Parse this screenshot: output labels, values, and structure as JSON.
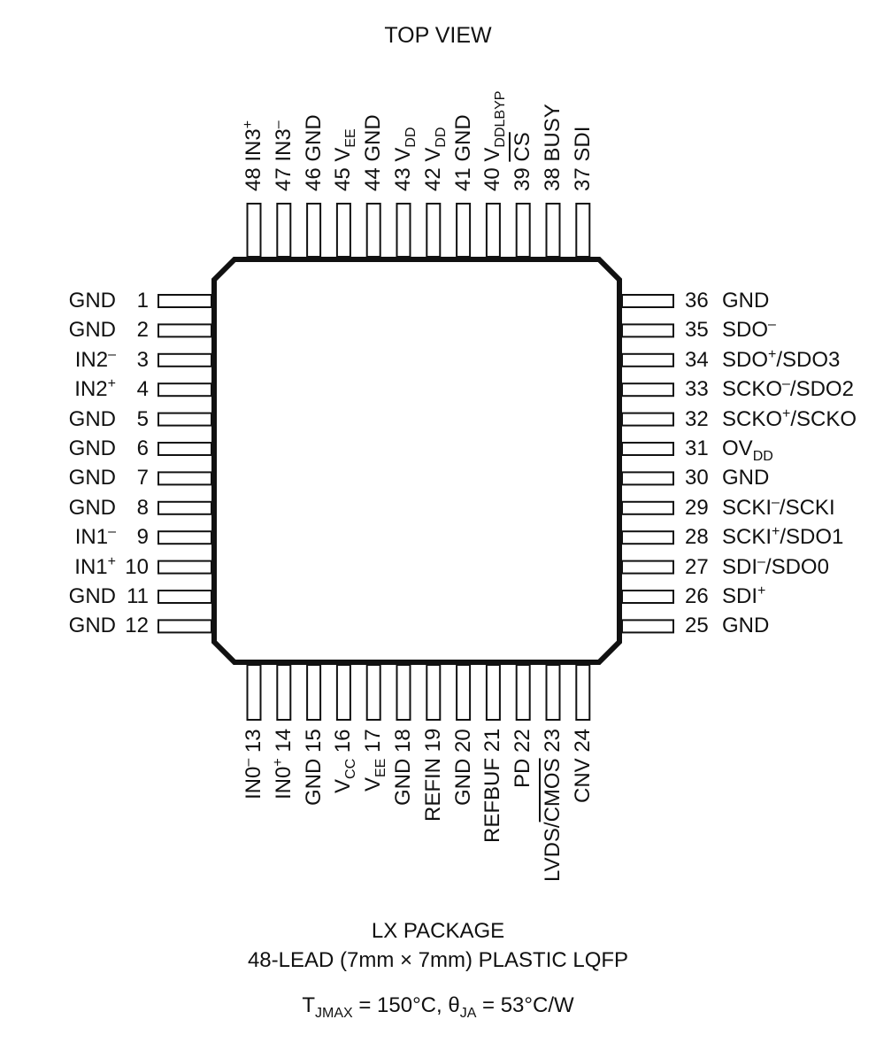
{
  "title": "TOP VIEW",
  "left_pins": [
    {
      "num": "1",
      "name": "GND"
    },
    {
      "num": "2",
      "name": "GND"
    },
    {
      "num": "3",
      "name": "IN2",
      "sup": "–"
    },
    {
      "num": "4",
      "name": "IN2",
      "sup": "+"
    },
    {
      "num": "5",
      "name": "GND"
    },
    {
      "num": "6",
      "name": "GND"
    },
    {
      "num": "7",
      "name": "GND"
    },
    {
      "num": "8",
      "name": "GND"
    },
    {
      "num": "9",
      "name": "IN1",
      "sup": "–"
    },
    {
      "num": "10",
      "name": "IN1",
      "sup": "+"
    },
    {
      "num": "11",
      "name": "GND"
    },
    {
      "num": "12",
      "name": "GND"
    }
  ],
  "right_pins": [
    {
      "num": "36",
      "name": "GND"
    },
    {
      "num": "35",
      "name": "SDO",
      "sup": "–"
    },
    {
      "num": "34",
      "name": "SDO",
      "sup": "+",
      "suffix": "/SDO3"
    },
    {
      "num": "33",
      "name": "SCKO",
      "sup": "–",
      "suffix": "/SDO2"
    },
    {
      "num": "32",
      "name": "SCKO",
      "sup": "+",
      "suffix": "/SCKO"
    },
    {
      "num": "31",
      "name": "OV",
      "sub": "DD"
    },
    {
      "num": "30",
      "name": "GND"
    },
    {
      "num": "29",
      "name": "SCKI",
      "sup": "–",
      "suffix": "/SCKI"
    },
    {
      "num": "28",
      "name": "SCKI",
      "sup": "+",
      "suffix": "/SDO1"
    },
    {
      "num": "27",
      "name": "SDI",
      "sup": "–",
      "suffix": "/SDO0"
    },
    {
      "num": "26",
      "name": "SDI",
      "sup": "+"
    },
    {
      "num": "25",
      "name": "GND"
    }
  ],
  "top_pins": [
    {
      "num": "48",
      "name": "IN3",
      "sup": "+"
    },
    {
      "num": "47",
      "name": "IN3",
      "sup": "–"
    },
    {
      "num": "46",
      "name": "GND"
    },
    {
      "num": "45",
      "name": "V",
      "sub": "EE"
    },
    {
      "num": "44",
      "name": "GND"
    },
    {
      "num": "43",
      "name": "V",
      "sub": "DD"
    },
    {
      "num": "42",
      "name": "V",
      "sub": "DD"
    },
    {
      "num": "41",
      "name": "GND"
    },
    {
      "num": "40",
      "name": "V",
      "sub": "DDLBYP"
    },
    {
      "num": "39",
      "name": "CS",
      "overline": true
    },
    {
      "num": "38",
      "name": "BUSY"
    },
    {
      "num": "37",
      "name": "SDI"
    }
  ],
  "bottom_pins": [
    {
      "num": "13",
      "name": "IN0",
      "sup": "–"
    },
    {
      "num": "14",
      "name": "IN0",
      "sup": "+"
    },
    {
      "num": "15",
      "name": "GND"
    },
    {
      "num": "16",
      "name": "V",
      "sub": "CC"
    },
    {
      "num": "17",
      "name": "V",
      "sub": "EE"
    },
    {
      "num": "18",
      "name": "GND"
    },
    {
      "num": "19",
      "name": "REFIN"
    },
    {
      "num": "20",
      "name": "GND"
    },
    {
      "num": "21",
      "name": "REFBUF"
    },
    {
      "num": "22",
      "name": "PD"
    },
    {
      "num": "23",
      "name": "LVDS/",
      "overline_part": "CMOS"
    },
    {
      "num": "24",
      "name": "CNV"
    }
  ],
  "package": {
    "line1": "LX PACKAGE",
    "line2": "48-LEAD (7mm × 7mm) PLASTIC LQFP",
    "line3_t": "T",
    "line3_t_sub": "JMAX",
    "line3_mid": " = 150°C, θ",
    "line3_theta_sub": "JA",
    "line3_end": " = 53°C/W"
  }
}
